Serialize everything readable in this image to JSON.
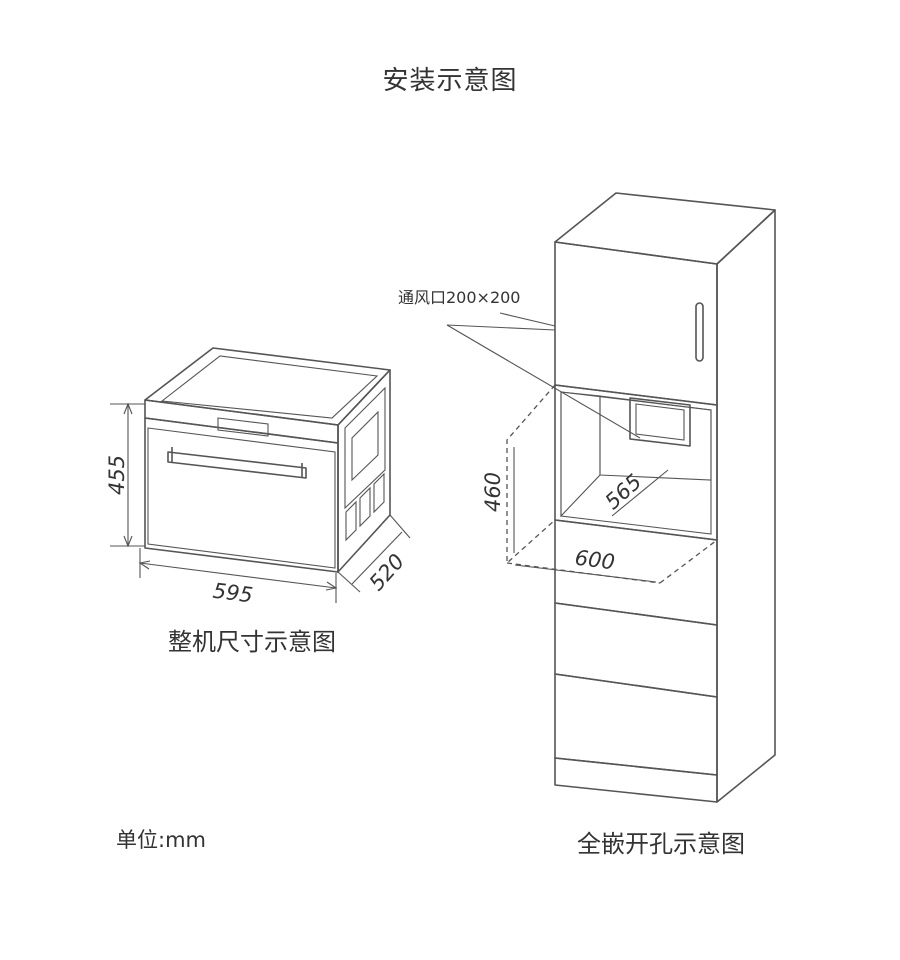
{
  "title": "安装示意图",
  "oven_caption": "整机尺寸示意图",
  "cabinet_caption": "全嵌开孔示意图",
  "unit_label": "单位:mm",
  "vent_label": "通风口200×200",
  "oven_dims": {
    "height": "455",
    "width": "595",
    "depth": "520"
  },
  "cutout_dims": {
    "height": "460",
    "depth": "565",
    "width": "600"
  }
}
